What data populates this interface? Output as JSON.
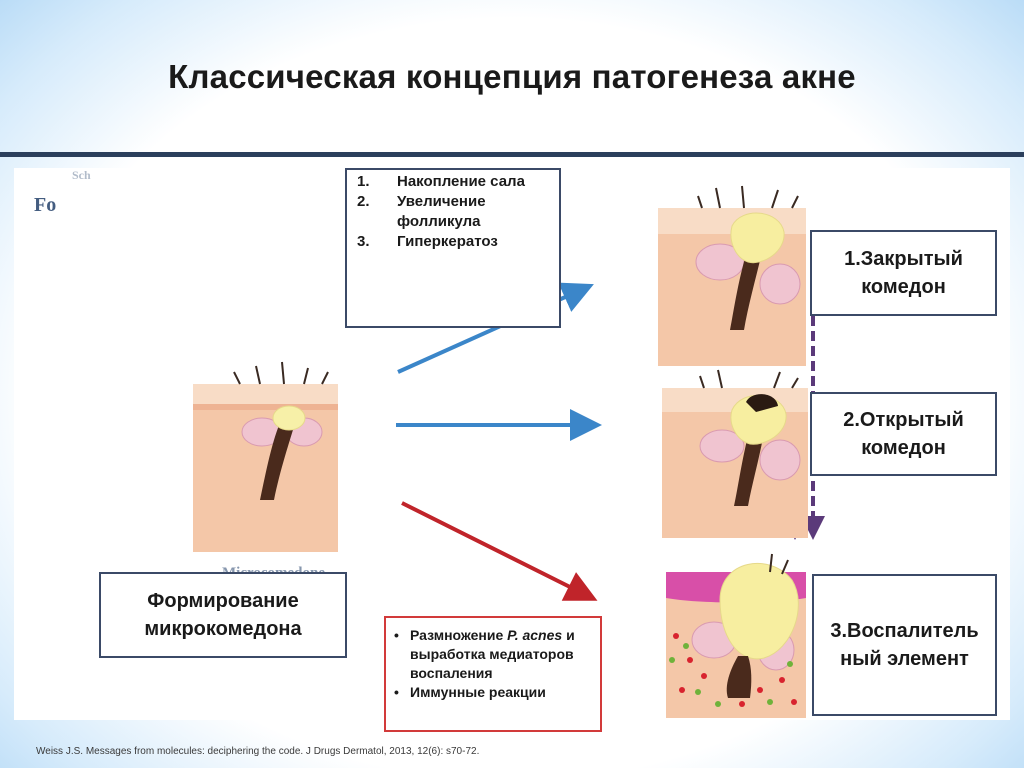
{
  "slide": {
    "title": "Классическая концепция патогенеза  акне"
  },
  "steps_box": {
    "items": [
      {
        "num": "1.",
        "text": "Накопление сала"
      },
      {
        "num": "2.",
        "text": "Увеличение фолликула"
      },
      {
        "num": "3.",
        "text": "Гиперкератоз"
      }
    ]
  },
  "labels": {
    "microcomedone": "Формирование микрокомедона",
    "closed_comedone": "1.Закрытый комедон",
    "open_comedone": "2.Открытый комедон",
    "inflammatory": "3.Воспалитель ный элемент"
  },
  "inflammation_box": {
    "items": [
      {
        "bullet": "•",
        "text_plain": "Размножение ",
        "text_italic": "P. acnes",
        "text_rest": " и выработка медиаторов воспаления"
      },
      {
        "bullet": "•",
        "text_plain": "Иммунные реакции",
        "text_italic": "",
        "text_rest": ""
      }
    ]
  },
  "background_text": {
    "left_fragment": "Fo",
    "top_fragment": "Sch",
    "bottom_fragment": "Microcomedone"
  },
  "citation": "Weiss J.S. Messages from molecules: deciphering the code. J Drugs Dermatol, 2013, 12(6): s70-72.",
  "colors": {
    "arrow_blue": "#3b86c9",
    "arrow_red": "#c0242a",
    "arrow_purple": "#5b3a7a",
    "box_border_blue": "#3b4a67",
    "box_border_red": "#d23a3a",
    "rule": "#2b3f5c"
  }
}
